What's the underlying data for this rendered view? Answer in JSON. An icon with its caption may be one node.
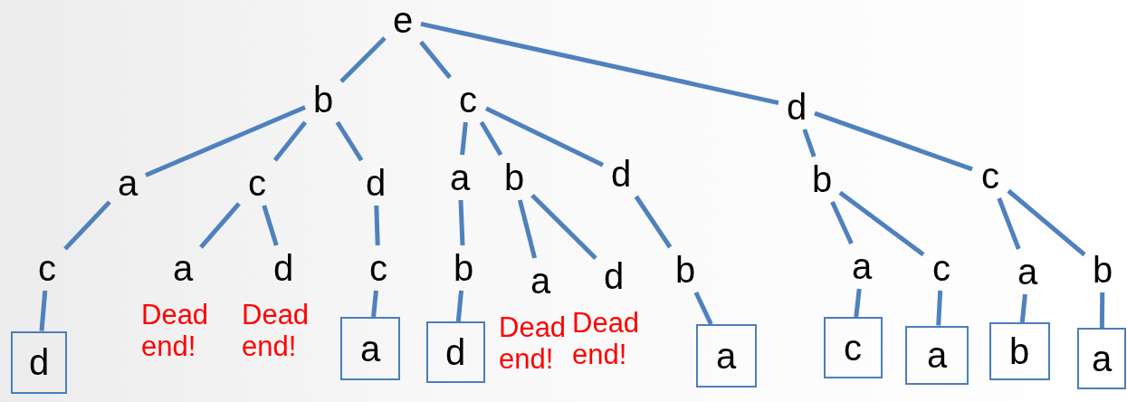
{
  "diagram": {
    "nodes": [
      {
        "text": [
          "e"
        ]
      },
      {
        "text": [
          "b"
        ]
      },
      {
        "text": [
          "c"
        ]
      },
      {
        "text": [
          "d"
        ]
      },
      {
        "text": [
          "a"
        ]
      },
      {
        "text": [
          "c"
        ]
      },
      {
        "text": [
          "d"
        ]
      },
      {
        "text": [
          "a"
        ]
      },
      {
        "text": [
          "b"
        ]
      },
      {
        "text": [
          "d"
        ]
      },
      {
        "text": [
          "b"
        ]
      },
      {
        "text": [
          "c"
        ]
      },
      {
        "text": [
          "c"
        ]
      },
      {
        "text": [
          "a"
        ],
        "beside": [
          "Dead end!"
        ]
      },
      {
        "text": [
          "d"
        ],
        "beside": [
          "Dead end!"
        ]
      },
      {
        "text": [
          "c"
        ]
      },
      {
        "text": [
          "b"
        ]
      },
      {
        "text": [
          "a"
        ],
        "beside": [
          "Dead end!"
        ]
      },
      {
        "text": [
          "d"
        ],
        "beside": [
          "Dead end!"
        ]
      },
      {
        "text": [
          "b"
        ]
      },
      {
        "text": [
          "a"
        ]
      },
      {
        "text": [
          "c"
        ]
      },
      {
        "text": [
          "a"
        ]
      },
      {
        "text": [
          "b"
        ]
      },
      {
        "text": [
          "d"
        ]
      },
      {
        "text": [
          "a"
        ]
      },
      {
        "text": [
          "d"
        ]
      },
      {
        "text": [
          "a"
        ]
      },
      {
        "text": [
          "c"
        ]
      },
      {
        "text": [
          "a"
        ]
      },
      {
        "text": [
          "b"
        ]
      },
      {
        "text": [
          "a"
        ]
      }
    ],
    "edges": [
      {
        "from": 0,
        "to": 1,
        "arrow": "none"
      },
      {
        "from": 0,
        "to": 2,
        "arrow": "none"
      },
      {
        "from": 0,
        "to": 3,
        "arrow": "none"
      },
      {
        "from": 1,
        "to": 4,
        "arrow": "none"
      },
      {
        "from": 1,
        "to": 5,
        "arrow": "none"
      },
      {
        "from": 1,
        "to": 6,
        "arrow": "none"
      },
      {
        "from": 2,
        "to": 7,
        "arrow": "none"
      },
      {
        "from": 2,
        "to": 8,
        "arrow": "none"
      },
      {
        "from": 2,
        "to": 9,
        "arrow": "none"
      },
      {
        "from": 3,
        "to": 10,
        "arrow": "none"
      },
      {
        "from": 3,
        "to": 11,
        "arrow": "none"
      },
      {
        "from": 4,
        "to": 12,
        "arrow": "none"
      },
      {
        "from": 5,
        "to": 13,
        "arrow": "none"
      },
      {
        "from": 5,
        "to": 14,
        "arrow": "none"
      },
      {
        "from": 6,
        "to": 15,
        "arrow": "none"
      },
      {
        "from": 7,
        "to": 16,
        "arrow": "none"
      },
      {
        "from": 8,
        "to": 17,
        "arrow": "none"
      },
      {
        "from": 8,
        "to": 18,
        "arrow": "none"
      },
      {
        "from": 9,
        "to": 19,
        "arrow": "none"
      },
      {
        "from": 10,
        "to": 20,
        "arrow": "none"
      },
      {
        "from": 10,
        "to": 21,
        "arrow": "none"
      },
      {
        "from": 11,
        "to": 22,
        "arrow": "none"
      },
      {
        "from": 11,
        "to": 23,
        "arrow": "none"
      },
      {
        "from": 12,
        "to": 24,
        "arrow": "none"
      },
      {
        "from": 15,
        "to": 25,
        "arrow": "none"
      },
      {
        "from": 16,
        "to": 26,
        "arrow": "none"
      },
      {
        "from": 19,
        "to": 27,
        "arrow": "none"
      },
      {
        "from": 20,
        "to": 28,
        "arrow": "none"
      },
      {
        "from": 21,
        "to": 29,
        "arrow": "none"
      },
      {
        "from": 22,
        "to": 30,
        "arrow": "none"
      },
      {
        "from": 23,
        "to": 31,
        "arrow": "none"
      }
    ]
  }
}
